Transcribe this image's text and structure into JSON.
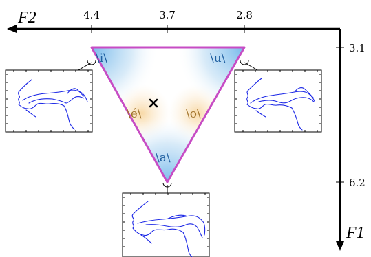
{
  "axes": {
    "f2_label": "F2",
    "f1_label": "F1",
    "f2_ticks": [
      "4.4",
      "3.7",
      "2.8"
    ],
    "f1_ticks": [
      "3.1",
      "6.2"
    ]
  },
  "vowels": {
    "i": "\\i\\",
    "u": "\\u\\",
    "a": "\\a\\",
    "e": "\\é\\",
    "o": "\\o\\"
  },
  "marker": {
    "symbol": "×"
  },
  "colors": {
    "triangle_edge": "#c74cc4",
    "vowel_text": "#1f5fa0",
    "vowel_warm_text": "#a0722a",
    "tract_line": "#1a26e6",
    "axis": "#000000"
  },
  "icons": [
    "vocal-tract-i-icon",
    "vocal-tract-u-icon",
    "vocal-tract-a-icon"
  ]
}
